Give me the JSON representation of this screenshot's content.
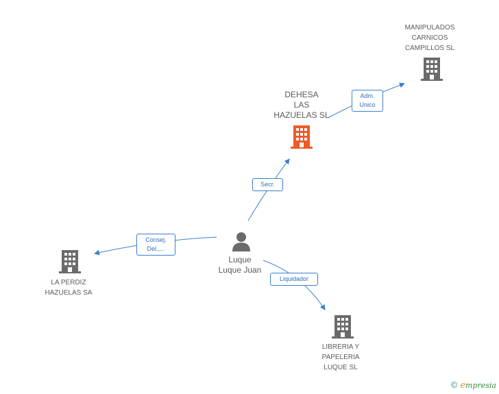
{
  "nodes": {
    "manipulados": {
      "label": "MANIPULADOS\nCARNICOS\nCAMPILLOS SL",
      "icon": "building-icon",
      "color": "#6b6b6b"
    },
    "dehesa": {
      "label": "DEHESA\nLAS\nHAZUELAS SL",
      "icon": "building-icon",
      "color": "#f05a28"
    },
    "luque": {
      "label": "Luque\nLuque Juan",
      "icon": "person-icon",
      "color": "#6b6b6b"
    },
    "perdiz": {
      "label": "LA PERDIZ\nHAZUELAS SA",
      "icon": "building-icon",
      "color": "#6b6b6b"
    },
    "libreria": {
      "label": "LIBRERIA Y\nPAPELERIA\nLUQUE SL",
      "icon": "building-icon",
      "color": "#6b6b6b"
    }
  },
  "relations": {
    "adm_unico": "Adm.\nUnico",
    "secr": "Secr.",
    "consej": "Consej.\nDel.,...",
    "liquidador": "Liquidador"
  },
  "edge_color": "#3a7fcf",
  "footer": {
    "copyright": "©",
    "brand_e": "e",
    "brand_rest": "mpresia"
  }
}
